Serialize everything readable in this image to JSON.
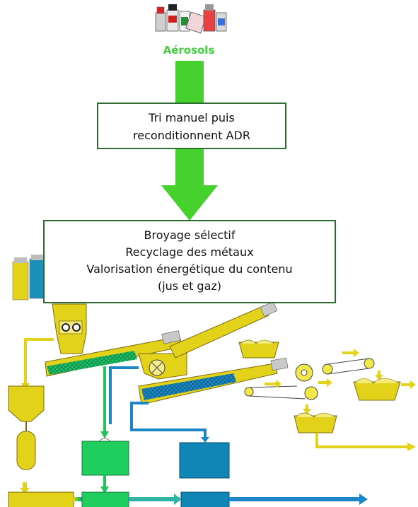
{
  "source": {
    "label": "Aérosols",
    "label_color": "#3fcf3f"
  },
  "step1": {
    "lines": [
      "Tri manuel puis",
      "reconditionnent ADR"
    ]
  },
  "step2": {
    "lines": [
      "Broyage sélectif",
      "Recyclage des métaux",
      "Valorisation énergétique du contenu",
      "(jus et gaz)"
    ]
  },
  "colors": {
    "arrow_green": "#47d12f",
    "box_border": "#2e6b2e",
    "machine_yellow": "#e3d21a",
    "machine_yellow_light": "#f2e84a",
    "green_bin": "#1fce5e",
    "blue_bin": "#0f86b6",
    "pipe_blue": "#1b86c8",
    "pipe_green": "#23c25a",
    "metal_grey": "#8c8c8c"
  }
}
